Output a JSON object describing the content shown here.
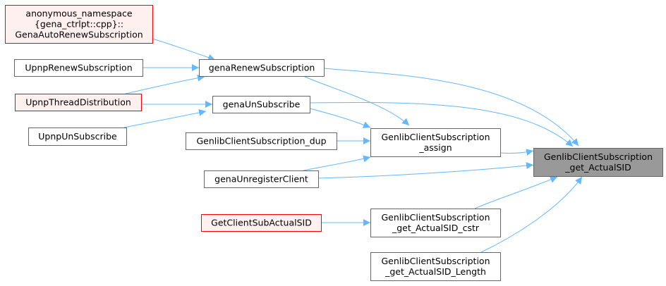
{
  "colors": {
    "edge": "#63b8ff",
    "node_border": "#666666",
    "node_fill": "#ffffff",
    "highlight_border": "#ff0000",
    "highlight_fill": "#fff0f0",
    "focus_fill": "#999999",
    "focus_border": "#666666"
  },
  "nodes": {
    "anon_auto_renew": {
      "lines": [
        "anonymous_namespace",
        "{gena_ctrlpt::cpp}::",
        "GenaAutoRenewSubscription"
      ],
      "style": "highlight"
    },
    "upnp_renew": {
      "lines": [
        "UpnpRenewSubscription"
      ],
      "style": "normal"
    },
    "upnp_thread": {
      "lines": [
        "UpnpThreadDistribution"
      ],
      "style": "highlight"
    },
    "upnp_unsub": {
      "lines": [
        "UpnpUnSubscribe"
      ],
      "style": "normal"
    },
    "gena_renew": {
      "lines": [
        "genaRenewSubscription"
      ],
      "style": "normal"
    },
    "gena_unsub": {
      "lines": [
        "genaUnSubscribe"
      ],
      "style": "normal"
    },
    "dup": {
      "lines": [
        "GenlibClientSubscription_dup"
      ],
      "style": "normal"
    },
    "unregister": {
      "lines": [
        "genaUnregisterClient"
      ],
      "style": "normal"
    },
    "get_client_sub": {
      "lines": [
        "GetClientSubActualSID"
      ],
      "style": "highlight"
    },
    "assign": {
      "lines": [
        "GenlibClientSubscription",
        "_assign"
      ],
      "style": "normal"
    },
    "cstr": {
      "lines": [
        "GenlibClientSubscription",
        "_get_ActualSID_cstr"
      ],
      "style": "normal"
    },
    "length": {
      "lines": [
        "GenlibClientSubscription",
        "_get_ActualSID_Length"
      ],
      "style": "normal"
    },
    "focus": {
      "lines": [
        "GenlibClientSubscription",
        "_get_ActualSID"
      ],
      "style": "focus"
    }
  },
  "edges": [
    [
      "anon_auto_renew",
      "gena_renew"
    ],
    [
      "upnp_renew",
      "gena_renew"
    ],
    [
      "upnp_thread",
      "gena_renew"
    ],
    [
      "upnp_thread",
      "gena_unsub"
    ],
    [
      "upnp_unsub",
      "gena_unsub"
    ],
    [
      "gena_renew",
      "assign"
    ],
    [
      "gena_renew",
      "focus"
    ],
    [
      "gena_unsub",
      "assign"
    ],
    [
      "gena_unsub",
      "focus"
    ],
    [
      "dup",
      "assign"
    ],
    [
      "unregister",
      "assign"
    ],
    [
      "unregister",
      "focus"
    ],
    [
      "get_client_sub",
      "cstr"
    ],
    [
      "assign",
      "focus"
    ],
    [
      "cstr",
      "focus"
    ],
    [
      "length",
      "focus"
    ]
  ]
}
